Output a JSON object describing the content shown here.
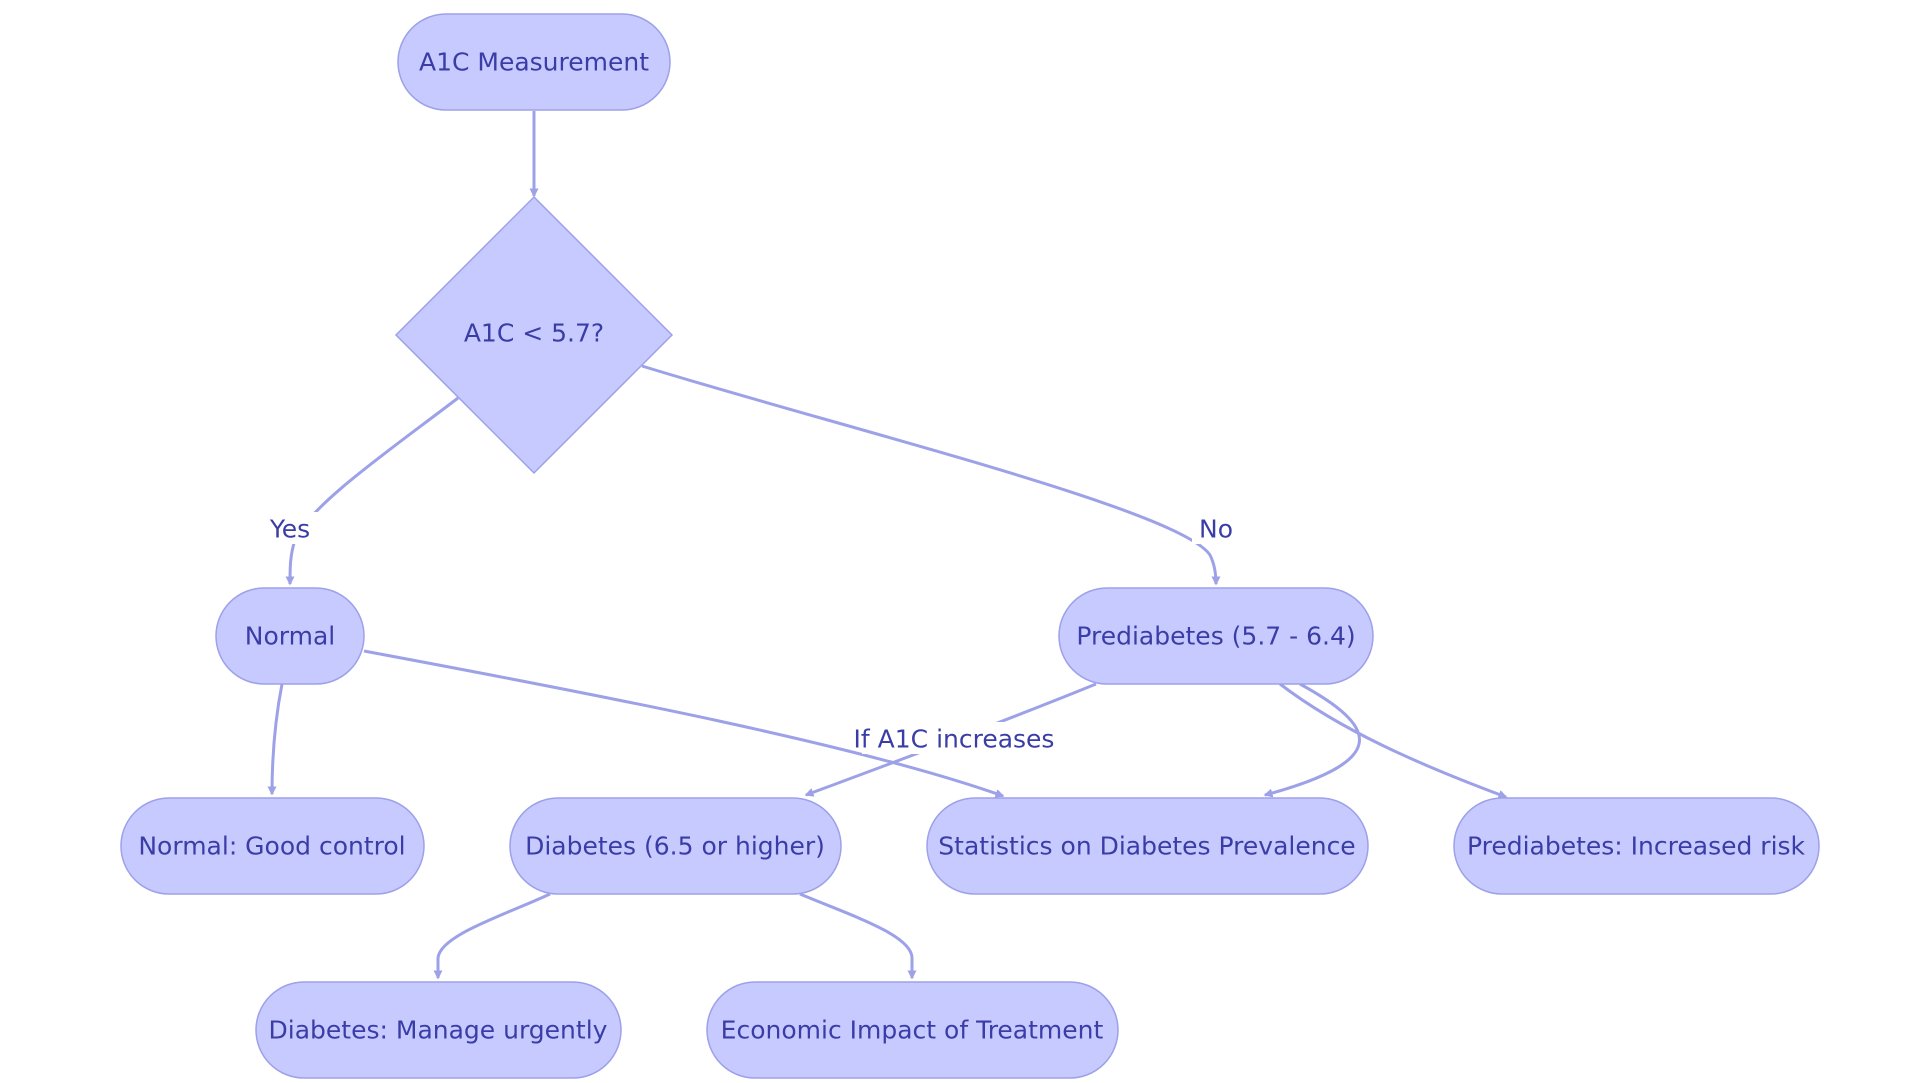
{
  "colors": {
    "node_fill": "#c7caff",
    "node_stroke": "#9da1e8",
    "edge": "#9da1e8",
    "text": "#3b3da6",
    "background": "#ffffff"
  },
  "nodes": {
    "a1c_measurement": {
      "label": "A1C Measurement"
    },
    "decision": {
      "label": "A1C < 5.7?"
    },
    "normal": {
      "label": "Normal"
    },
    "prediabetes": {
      "label": "Prediabetes (5.7 - 6.4)"
    },
    "normal_good_control": {
      "label": "Normal: Good control"
    },
    "diabetes": {
      "label": "Diabetes (6.5 or higher)"
    },
    "statistics": {
      "label": "Statistics on Diabetes Prevalence"
    },
    "prediabetes_increased_risk": {
      "label": "Prediabetes: Increased risk"
    },
    "diabetes_manage_urgently": {
      "label": "Diabetes: Manage urgently"
    },
    "economic_impact": {
      "label": "Economic Impact of Treatment"
    }
  },
  "edge_labels": {
    "yes": "Yes",
    "no": "No",
    "if_a1c_increases": "If A1C increases"
  }
}
